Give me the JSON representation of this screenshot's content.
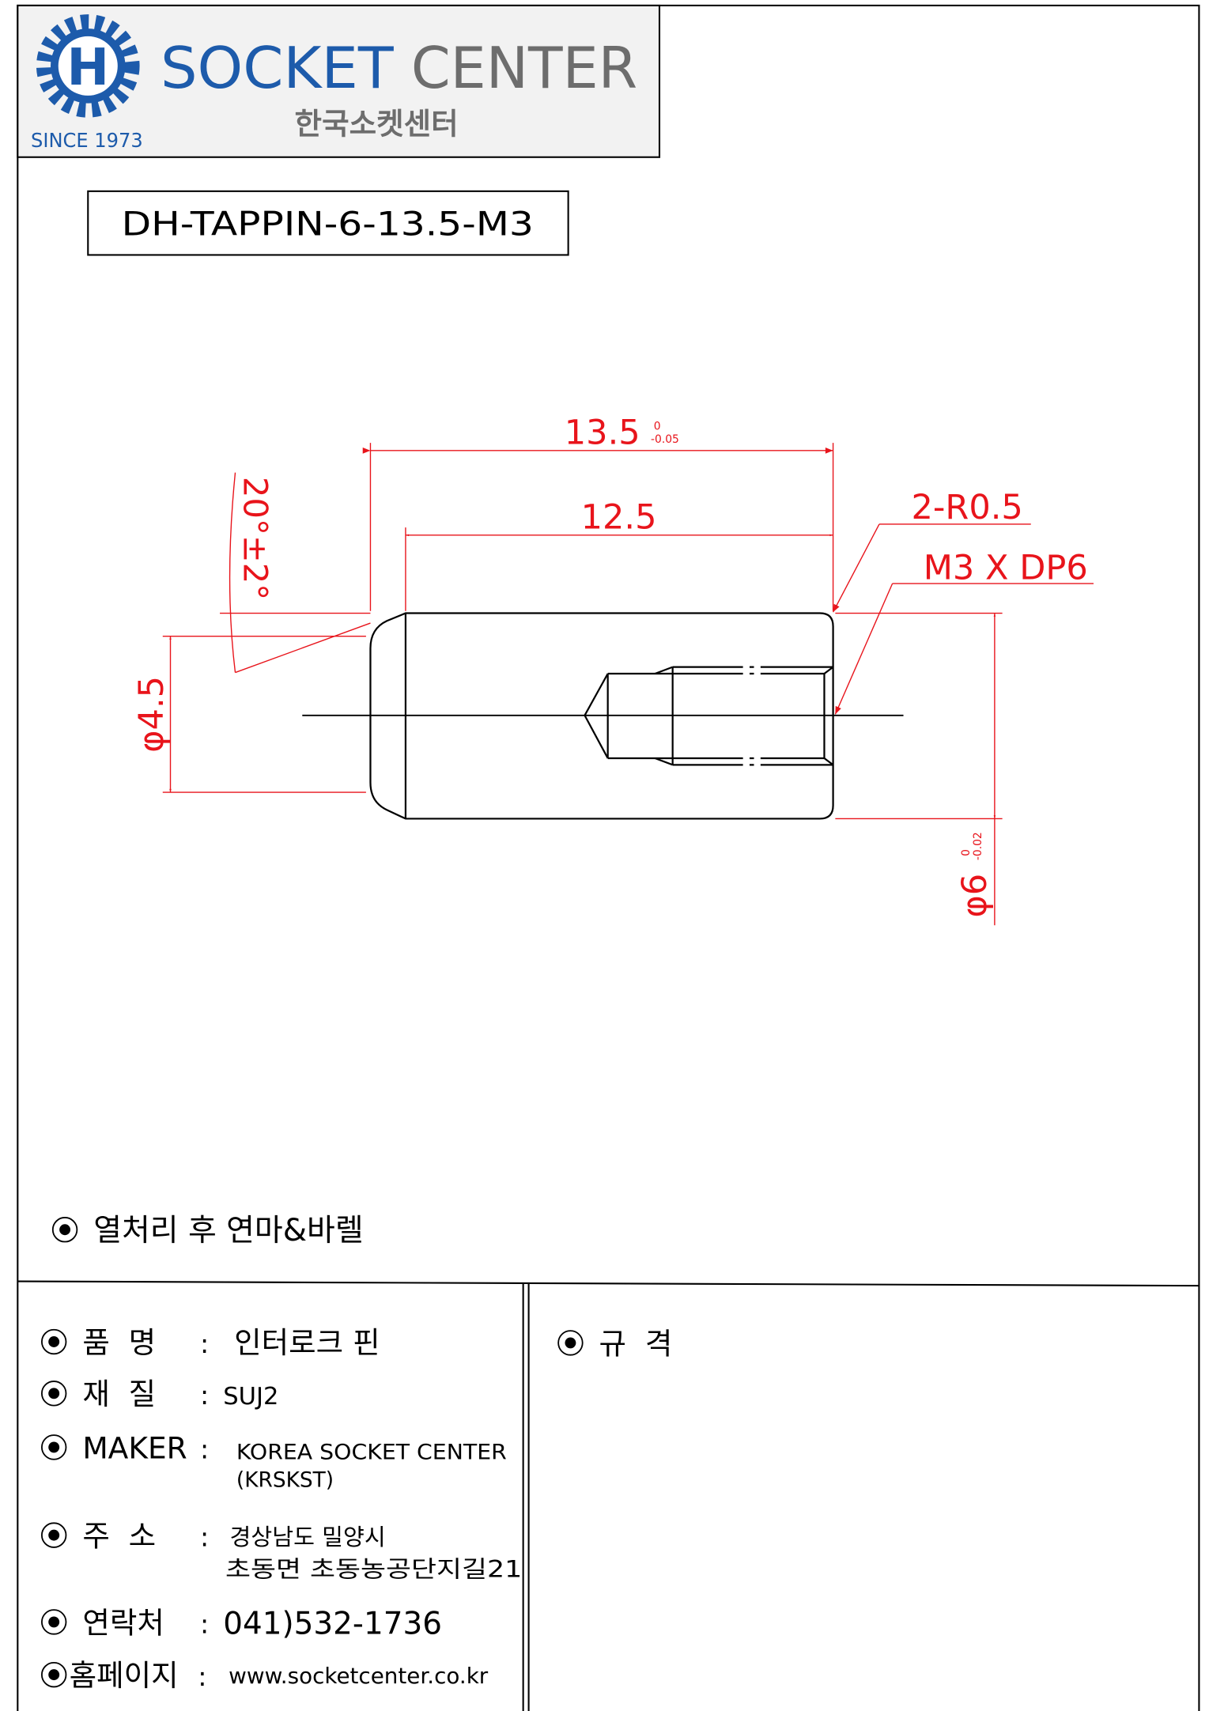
{
  "logo": {
    "brand_primary": "SOCKET",
    "brand_secondary": "CENTER",
    "korean_name": "한국소켓센터",
    "since": "SINCE 1973",
    "letter": "H",
    "colors": {
      "blue": "#1d5bab",
      "gray": "#6d6d6d"
    }
  },
  "part_number": "DH-TAPPIN-6-13.5-M3",
  "dimensions": {
    "overall_length": "13.5",
    "overall_length_tol_upper": "0",
    "overall_length_tol_lower": "-0.05",
    "body_length": "12.5",
    "radius": "2-R0.5",
    "thread": "M3 X DP6",
    "chamfer_angle": "20°±2°",
    "chamfer_diameter": "φ4.5",
    "outer_diameter": "φ6",
    "outer_diameter_tol_upper": "0",
    "outer_diameter_tol_lower": "-0.02",
    "dimension_color": "#e8141b"
  },
  "note": "열처리 후 연마&바렐",
  "spec_table": {
    "rows": [
      {
        "label": "품  명",
        "colon": ":",
        "value": "인터로크 핀"
      },
      {
        "label": "재  질",
        "colon": ":",
        "value": "SUJ2"
      },
      {
        "label": "MAKER",
        "colon": ":",
        "value": "KOREA SOCKET CENTER",
        "value2": "(KRSKST)"
      },
      {
        "label": "주  소",
        "colon": ":",
        "value": "경상남도 밀양시",
        "value2": "초동면 초동농공단지길21"
      },
      {
        "label": "연락처",
        "colon": ":",
        "value": "041)532-1736"
      },
      {
        "label": "홈페이지",
        "colon": ":",
        "value": "www.socketcenter.co.kr"
      }
    ],
    "spec_label": "규  격"
  }
}
